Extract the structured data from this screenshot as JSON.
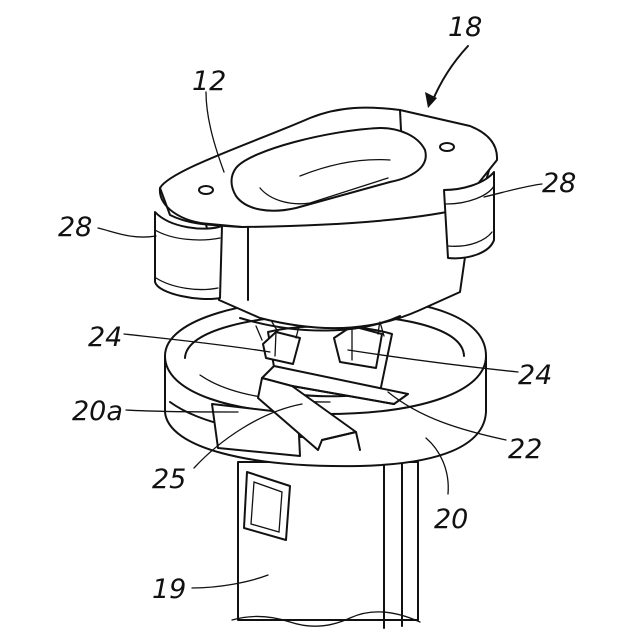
{
  "labels": {
    "ref_18": "18",
    "ref_12": "12",
    "ref_28_left": "28",
    "ref_28_right": "28",
    "ref_24_left": "24",
    "ref_24_right": "24",
    "ref_20a": "20a",
    "ref_22": "22",
    "ref_25": "25",
    "ref_20": "20",
    "ref_19": "19"
  },
  "colors": {
    "line": "#111111",
    "background": "#ffffff"
  }
}
